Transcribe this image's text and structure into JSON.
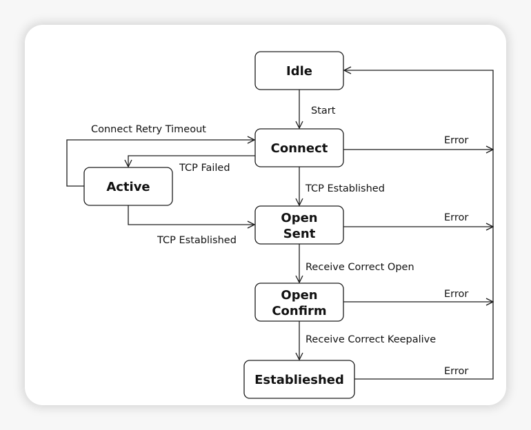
{
  "states": {
    "idle": "Idle",
    "connect": "Connect",
    "active": "Active",
    "open_sent": [
      "Open",
      "Sent"
    ],
    "open_confirm": [
      "Open",
      "Confirm"
    ],
    "established": "Establieshed"
  },
  "transitions": {
    "start": "Start",
    "connect_retry_timeout": "Connect Retry Timeout",
    "tcp_failed": "TCP Failed",
    "tcp_established_connect": "TCP Established",
    "tcp_established_active": "TCP Established",
    "receive_correct_open": "Receive Correct Open",
    "receive_correct_keepalive": "Receive Correct Keepalive",
    "error_connect": "Error",
    "error_open_sent": "Error",
    "error_open_confirm": "Error",
    "error_established": "Error"
  }
}
